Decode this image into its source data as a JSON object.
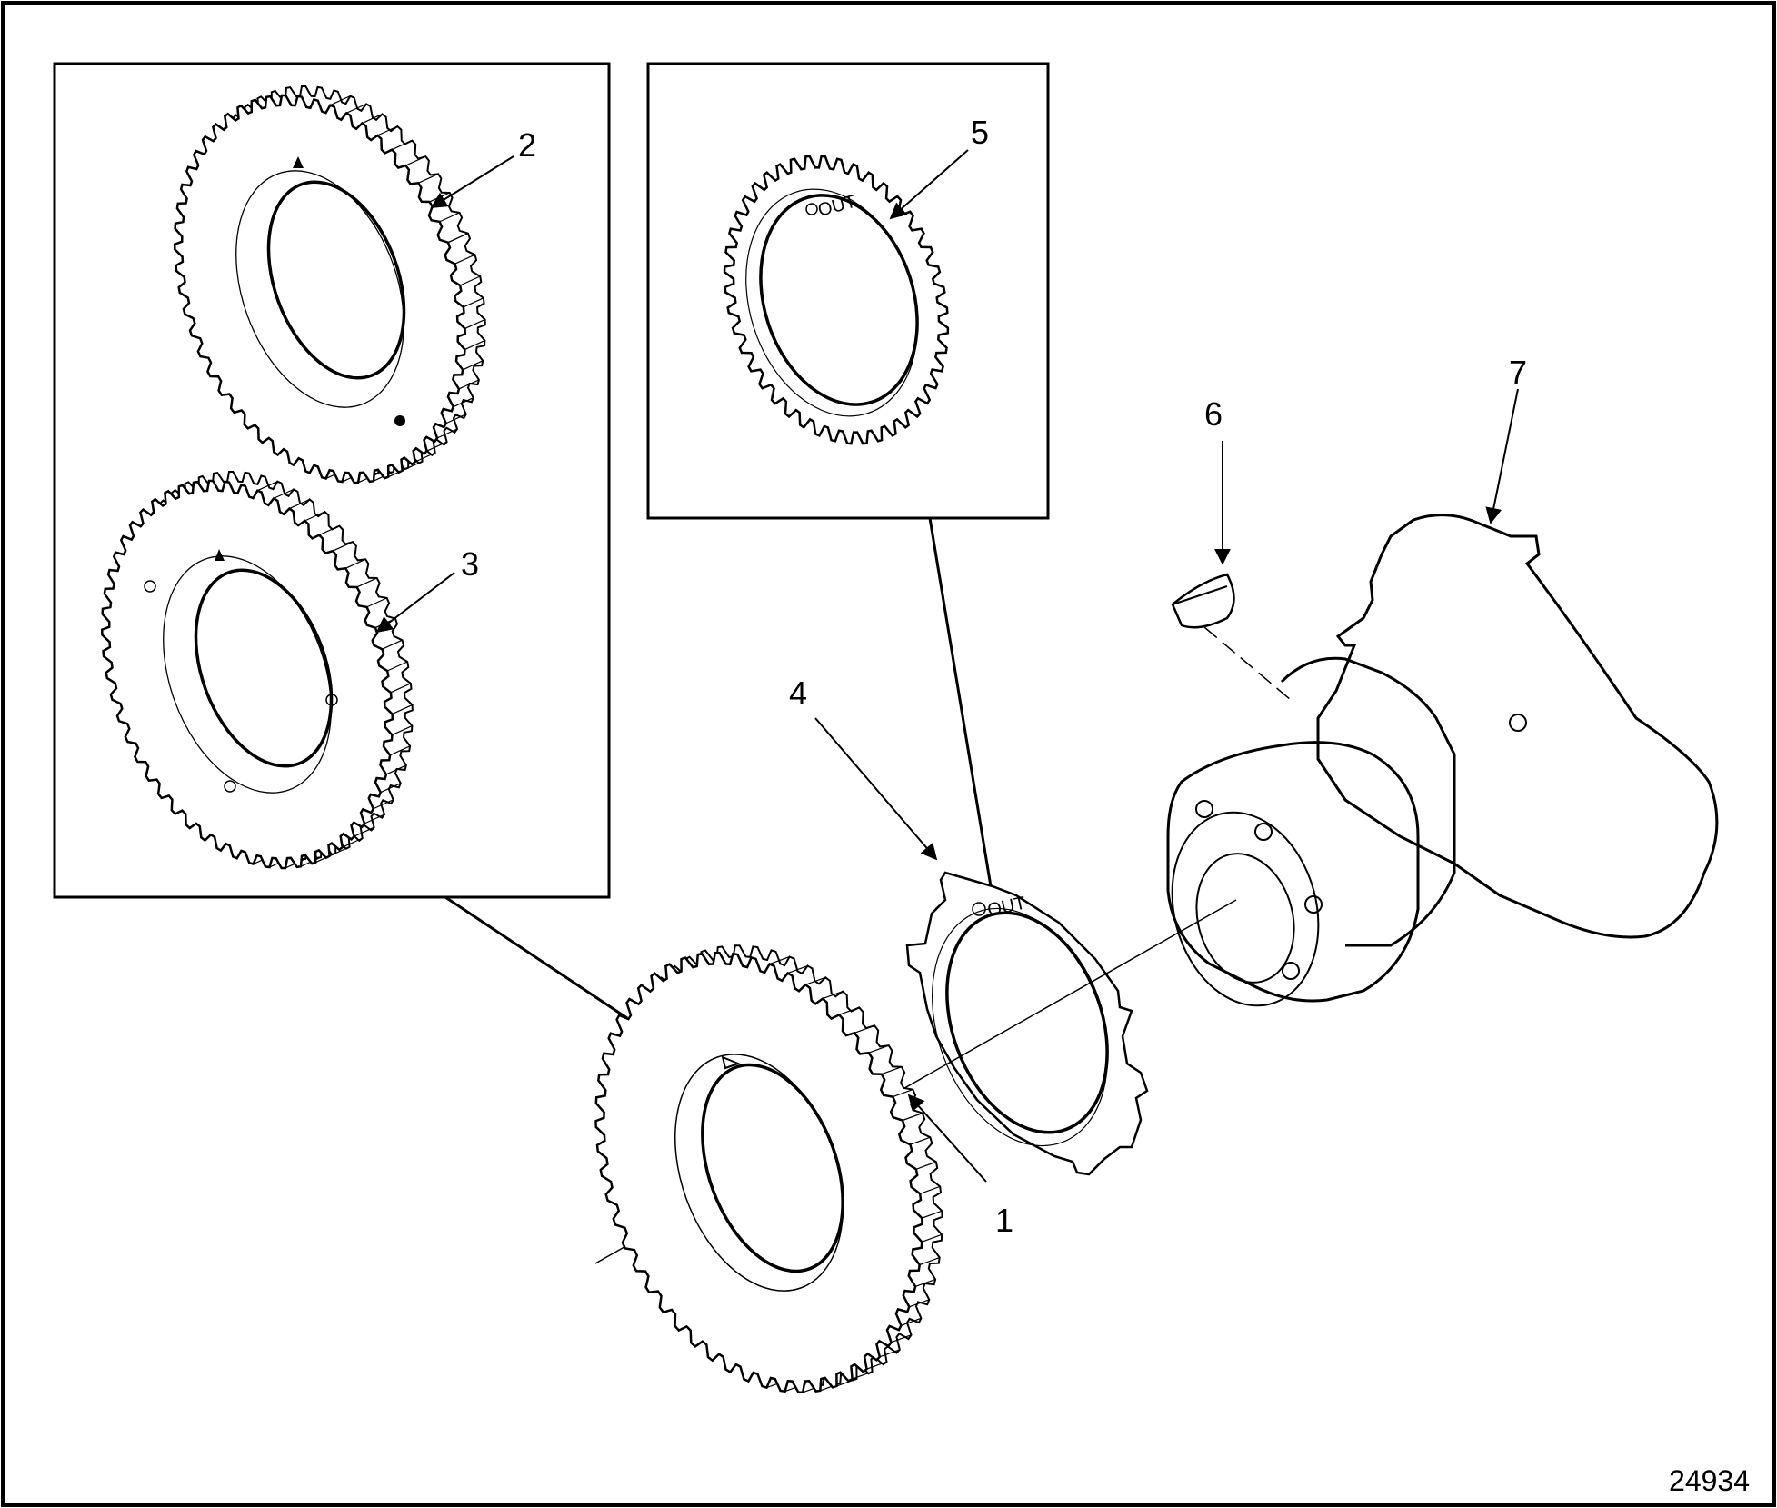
{
  "figure_number": "24934",
  "callouts": [
    {
      "id": "1",
      "label": "1"
    },
    {
      "id": "2",
      "label": "2"
    },
    {
      "id": "3",
      "label": "3"
    },
    {
      "id": "4",
      "label": "4"
    },
    {
      "id": "5",
      "label": "5"
    },
    {
      "id": "6",
      "label": "6"
    },
    {
      "id": "7",
      "label": "7"
    }
  ],
  "part_markings": {
    "spacer_out": "OUT",
    "insert_gear_out": "OUT"
  },
  "colors": {
    "ink": "#000000",
    "paper": "#ffffff"
  }
}
